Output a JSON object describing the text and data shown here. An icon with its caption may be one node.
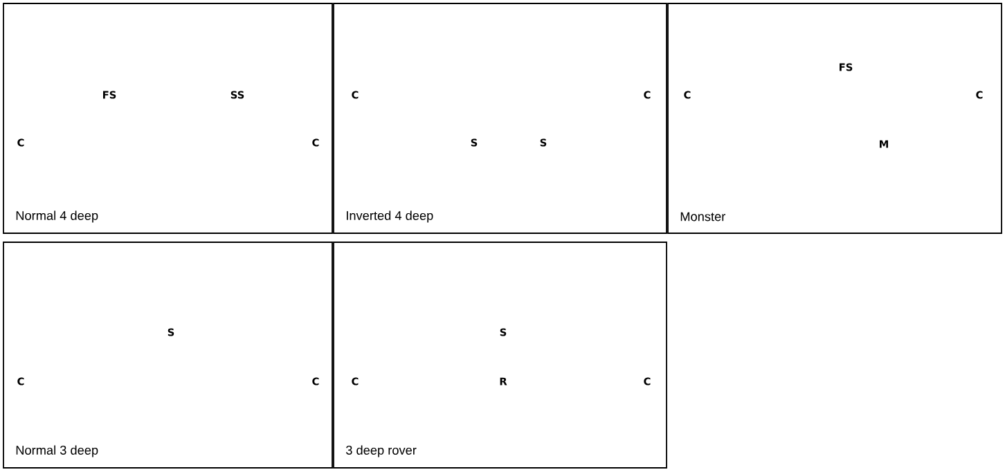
{
  "diagram": {
    "nodes": [
      {
        "text": [
          "Normal 4 deep"
        ]
      },
      {
        "text": [
          "Inverted 4 deep"
        ]
      },
      {
        "text": [
          "Monster"
        ]
      },
      {
        "text": [
          "Normal 3 deep"
        ]
      },
      {
        "text": [
          "3 deep rover"
        ]
      }
    ],
    "labels": [
      "FS",
      "SS",
      "C",
      "C",
      "C",
      "C",
      "S",
      "S",
      "FS",
      "C",
      "C",
      "M",
      "S",
      "C",
      "C",
      "S",
      "C",
      "R",
      "C"
    ]
  }
}
